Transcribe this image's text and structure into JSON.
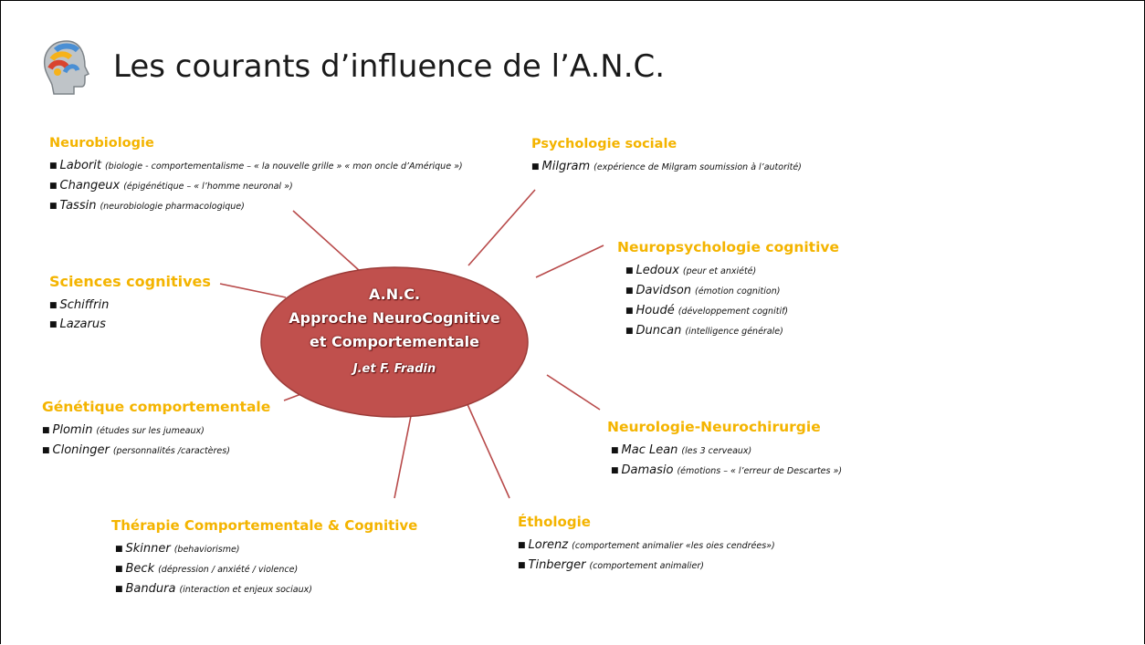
{
  "title": "Les courants d’influence de l’A.N.C.",
  "center": {
    "line1": "A.N.C.",
    "line2": "Approche NeuroCognitive",
    "line3": "et Comportementale",
    "line4": "J.et F. Fradin"
  },
  "colors": {
    "accent": "#f4b400",
    "ellipse": "#c0504d",
    "connector": "#b84a4a"
  },
  "groups": {
    "neurobiologie": {
      "title": "Neurobiologie",
      "items": [
        {
          "name": "Laborit",
          "desc": "(biologie - comportementalisme – « la nouvelle grille »  « mon oncle d’Amérique »)"
        },
        {
          "name": "Changeux",
          "desc": "(épigénétique – « l’homme neuronal »)"
        },
        {
          "name": "Tassin",
          "desc": "(neurobiologie pharmacologique)"
        }
      ]
    },
    "psychologie_sociale": {
      "title": "Psychologie sociale",
      "items": [
        {
          "name": "Milgram",
          "desc": "(expérience de Milgram soumission à l’autorité)"
        }
      ]
    },
    "sciences_cognitives": {
      "title": "Sciences cognitives",
      "items": [
        {
          "name": "Schiffrin",
          "desc": ""
        },
        {
          "name": "Lazarus",
          "desc": ""
        }
      ]
    },
    "neuropsychologie": {
      "title": "Neuropsychologie cognitive",
      "items": [
        {
          "name": "Ledoux",
          "desc": "(peur et anxiété)"
        },
        {
          "name": "Davidson",
          "desc": "(émotion cognition)"
        },
        {
          "name": "Houdé",
          "desc": "(développement cognitif)"
        },
        {
          "name": "Duncan",
          "desc": "(intelligence générale)"
        }
      ]
    },
    "genetique": {
      "title": "Génétique comportementale",
      "items": [
        {
          "name": "Plomin",
          "desc": "(études sur les jumeaux)"
        },
        {
          "name": "Cloninger",
          "desc": "(personnalités /caractères)"
        }
      ]
    },
    "neurologie": {
      "title": "Neurologie-Neurochirurgie",
      "items": [
        {
          "name": "Mac Lean",
          "desc": "(les 3 cerveaux)"
        },
        {
          "name": "Damasio",
          "desc": "(émotions – « l’erreur de Descartes »)"
        }
      ]
    },
    "therapie": {
      "title": "Thérapie Comportementale & Cognitive",
      "items": [
        {
          "name": "Skinner",
          "desc": "(behaviorisme)"
        },
        {
          "name": "Beck",
          "desc": "(dépression / anxiété / violence)"
        },
        {
          "name": "Bandura",
          "desc": "(interaction et enjeux sociaux)"
        }
      ]
    },
    "ethologie": {
      "title": "Éthologie",
      "items": [
        {
          "name": "Lorenz",
          "desc": "(comportement animalier «les oies cendrées»)"
        },
        {
          "name": "Tinberger",
          "desc": "(comportement animalier)"
        }
      ]
    }
  }
}
